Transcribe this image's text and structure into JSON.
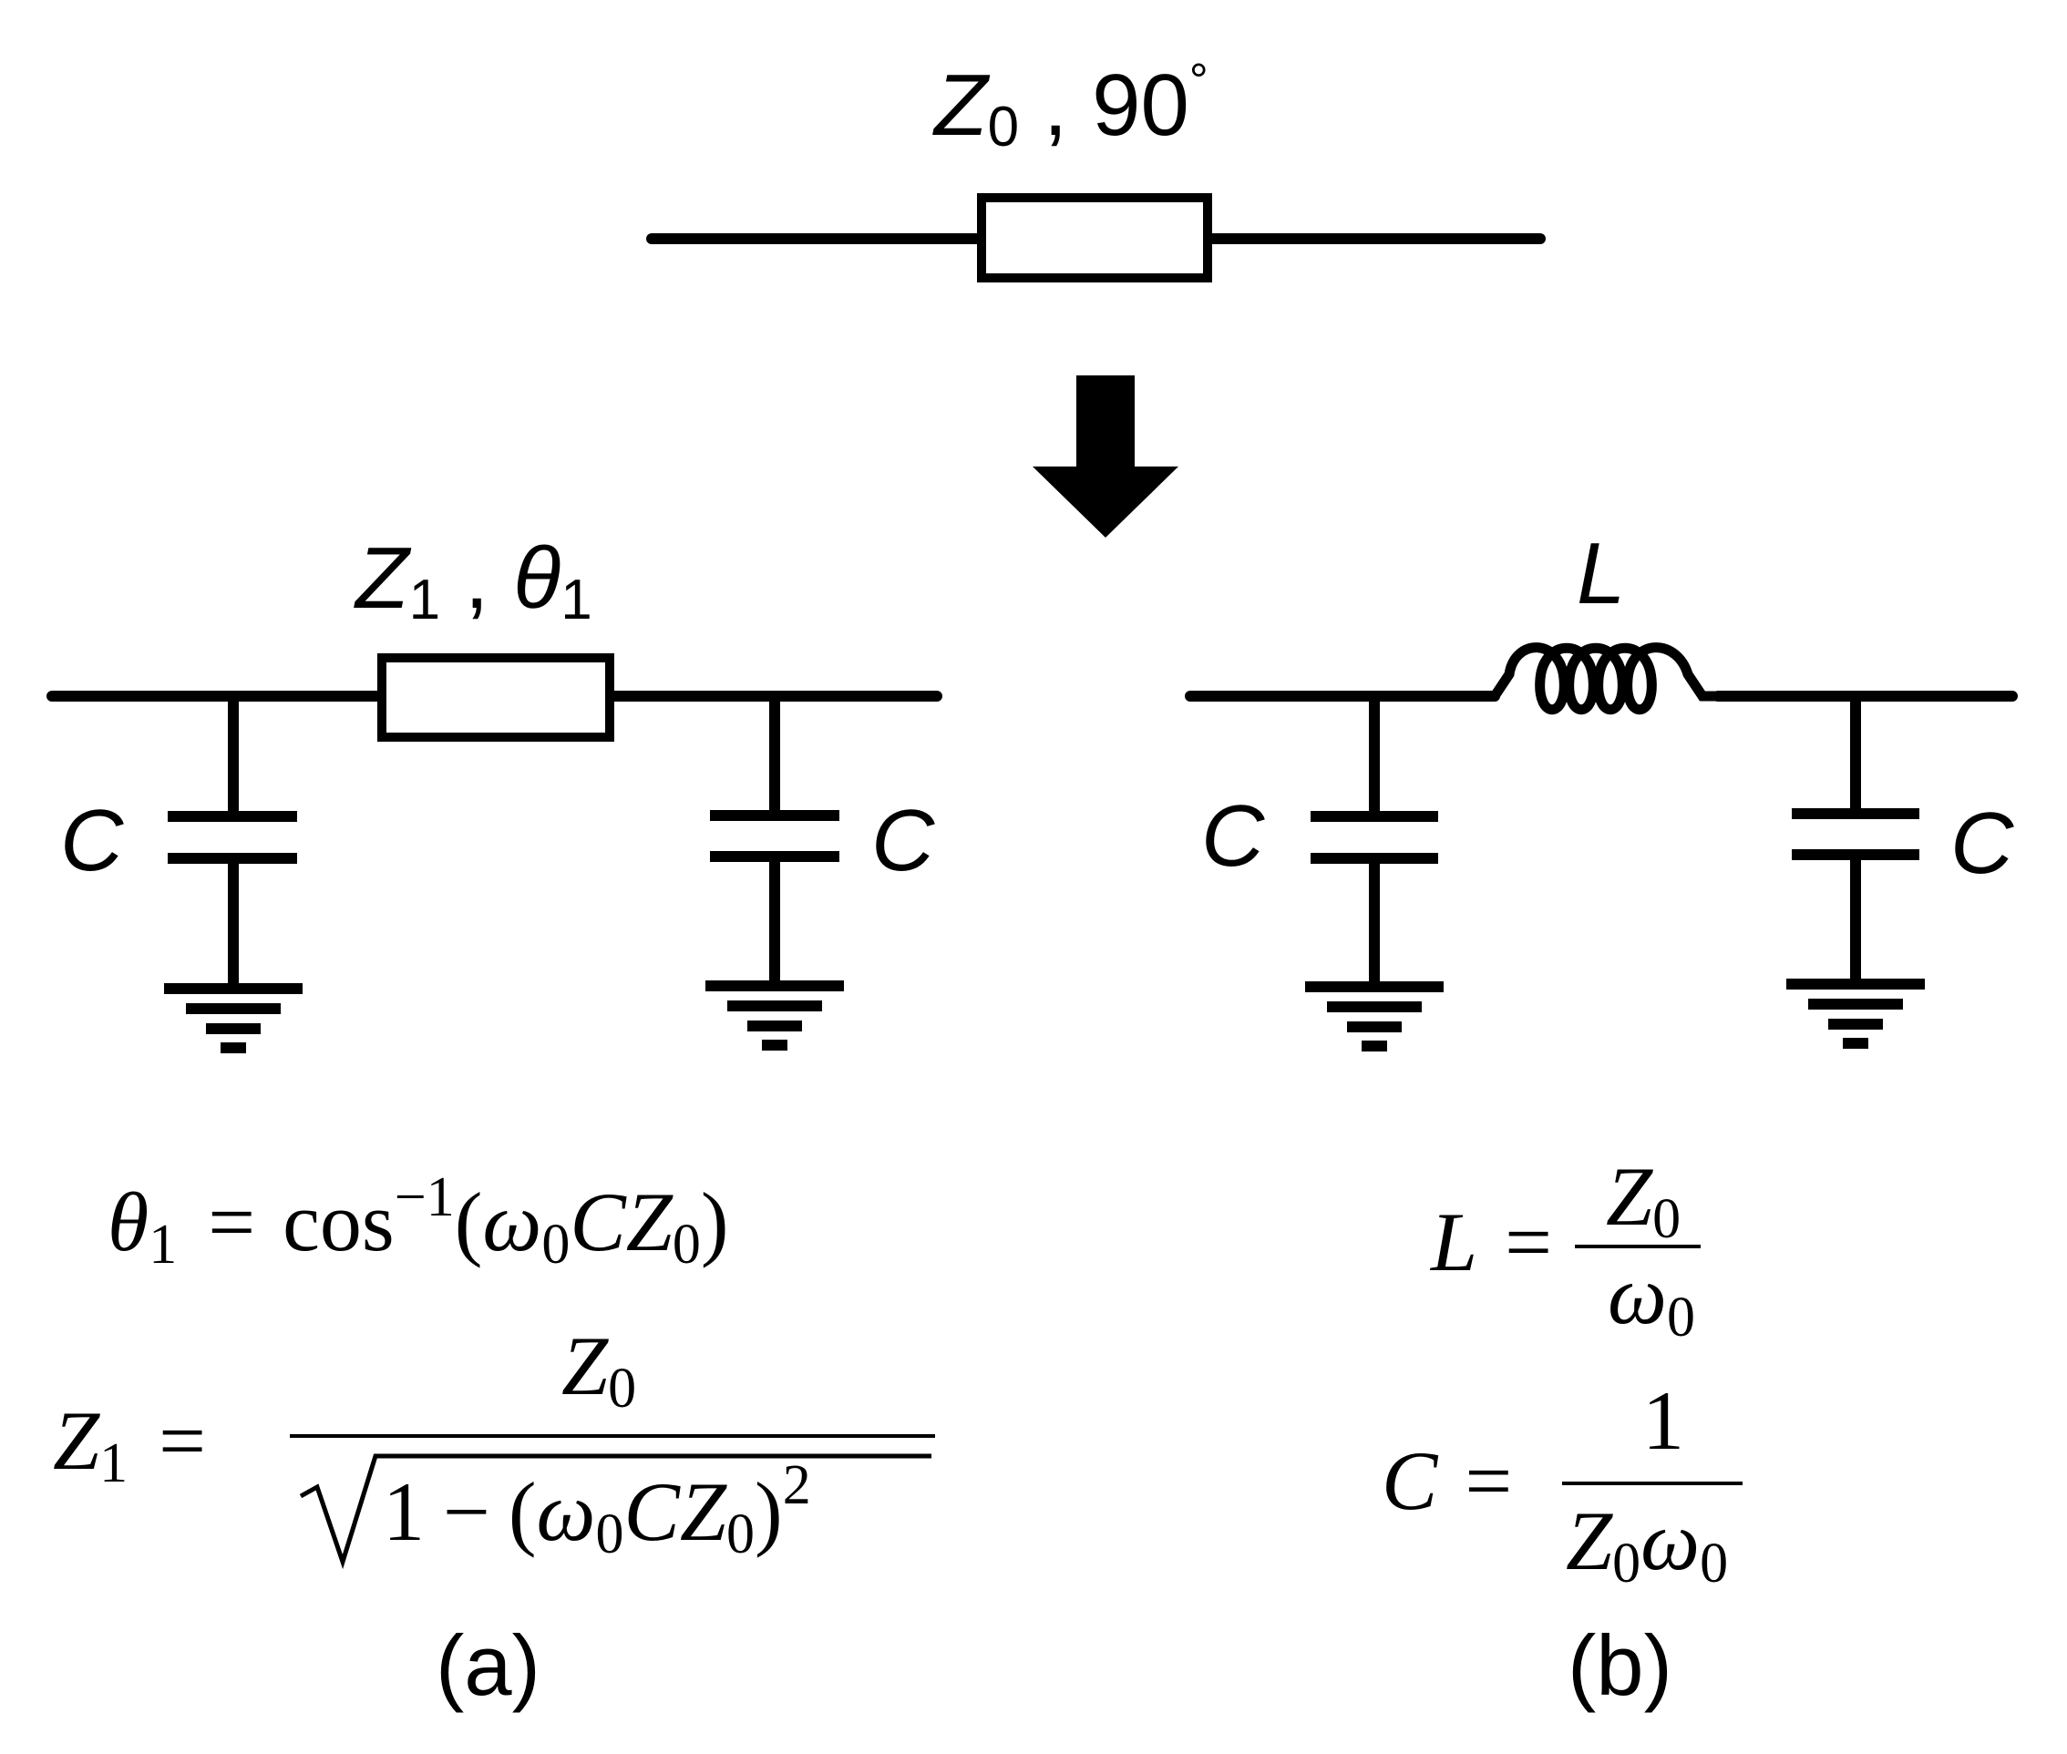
{
  "top": {
    "label_symbol": "Z",
    "label_sub": "0",
    "label_rest": " , 90",
    "label_degree": "°"
  },
  "circuit_a": {
    "line_symbol": "Z",
    "line_sub": "1",
    "line_sep": " , ",
    "line_theta": "θ",
    "line_theta_sub": "1",
    "cap_left": "C",
    "cap_right": "C",
    "eq1": {
      "lhs": "θ",
      "lhs_sub": "1",
      "eq": "=",
      "func": "cos",
      "func_sup": "−1",
      "open": "(",
      "w": "ω",
      "w_sub": "0",
      "c": "C",
      "z": "Z",
      "z_sub": "0",
      "close": ")"
    },
    "eq2": {
      "lhs": "Z",
      "lhs_sub": "1",
      "eq": "=",
      "num": "Z",
      "num_sub": "0",
      "den_one": "1",
      "den_minus": "−",
      "open": "(",
      "w": "ω",
      "w_sub": "0",
      "c": "C",
      "z": "Z",
      "z_sub": "0",
      "close": ")",
      "sup": "2"
    },
    "caption": "(a)"
  },
  "circuit_b": {
    "inductor": "L",
    "cap_left": "C",
    "cap_right": "C",
    "eq1": {
      "lhs": "L",
      "eq": "=",
      "num": "Z",
      "num_sub": "0",
      "den": "ω",
      "den_sub": "0"
    },
    "eq2": {
      "lhs": "C",
      "eq": "=",
      "num": "1",
      "den_z": "Z",
      "den_z_sub": "0",
      "den_w": "ω",
      "den_w_sub": "0"
    },
    "caption": "(b)"
  }
}
